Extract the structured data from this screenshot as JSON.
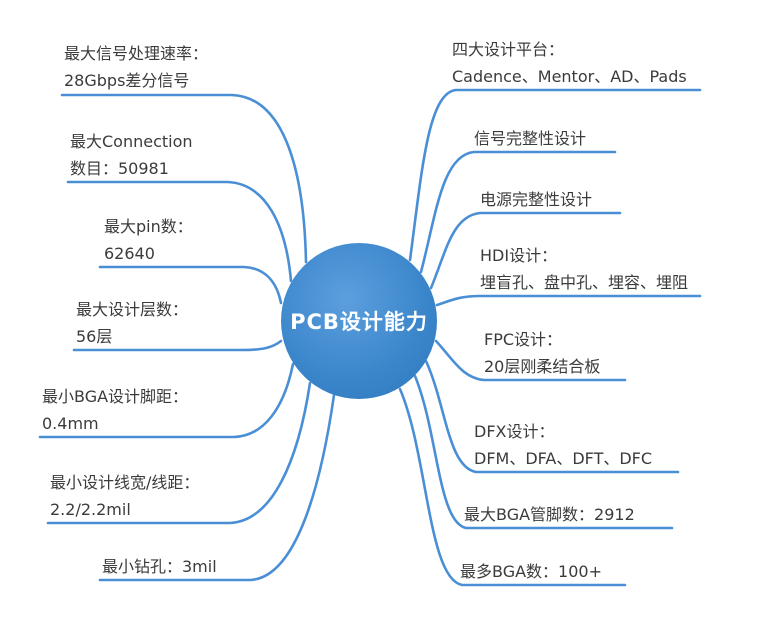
{
  "center": {
    "label": "PCB设计能力"
  },
  "branches": {
    "left": [
      {
        "line1": "最大信号处理速率：",
        "line2": "28Gbps差分信号"
      },
      {
        "line1": "最大Connection",
        "line2": "数目：50981"
      },
      {
        "line1": "最大pin数：",
        "line2": "62640"
      },
      {
        "line1": "最大设计层数：",
        "line2": "56层"
      },
      {
        "line1": "最小BGA设计脚距：",
        "line2": "0.4mm"
      },
      {
        "line1": "最小设计线宽/线距：",
        "line2": "2.2/2.2mil"
      },
      {
        "line1": "最小钻孔：3mil"
      }
    ],
    "right": [
      {
        "line1": "四大设计平台：",
        "line2": "Cadence、Mentor、AD、Pads"
      },
      {
        "line1": "信号完整性设计"
      },
      {
        "line1": "电源完整性设计"
      },
      {
        "line1": "HDI设计：",
        "line2": "埋盲孔、盘中孔、埋容、埋阻"
      },
      {
        "line1": "FPC设计：",
        "line2": "20层刚柔结合板"
      },
      {
        "line1": "DFX设计：",
        "line2": "DFM、DFA、DFT、DFC"
      },
      {
        "line1": "最大BGA管脚数：2912"
      },
      {
        "line1": "最多BGA数：100+"
      }
    ]
  },
  "colors": {
    "branch": "#4a8fd6",
    "node_fill": "#3b86cb",
    "text": "#3b3b3b"
  }
}
